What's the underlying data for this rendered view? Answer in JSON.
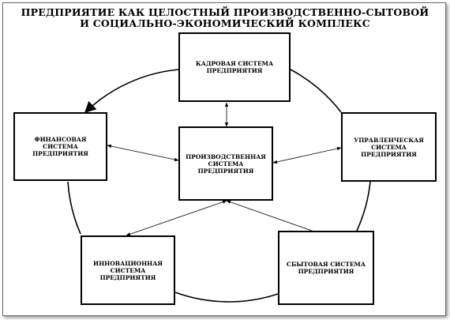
{
  "title": {
    "line1": "ПРЕДПРИЯТИЕ КАК ЦЕЛОСТНЫЙ ПРОИЗВОДСТВЕННО-СЫТОВОЙ",
    "line2": "И СОЦИАЛЬНО-ЭКОНОМИЧЕСКИЙ КОМПЛЕКС"
  },
  "nodes": {
    "personnel": {
      "line1": "КАДРОВАЯ СИСТЕМА",
      "line2": "ПРЕДПРИЯТИЯ"
    },
    "production": {
      "line1": "ПРОИЗВОДСТВЕННАЯ",
      "line2": "СИСТЕМА",
      "line3": "ПРЕДПРИЯТИЯ"
    },
    "financial": {
      "line1": "ФИНАНСОВАЯ",
      "line2": "СИСТЕМА",
      "line3": "ПРЕДПРИЯТИЯ"
    },
    "management": {
      "line1": "УПРАВЛЕНЧЕСКАЯ",
      "line2": "СИСТЕМА",
      "line3": "ПРЕДПРИЯТИЯ"
    },
    "innovation": {
      "line1": "ИННОВАЦИОННАЯ",
      "line2": "СИСТЕМА",
      "line3": "ПРЕДПРИЯТИЯ"
    },
    "sales": {
      "line1": "СБЫТОВАЯ СИСТЕМА",
      "line2": "ПРЕДПРИЯТИЯ"
    }
  }
}
